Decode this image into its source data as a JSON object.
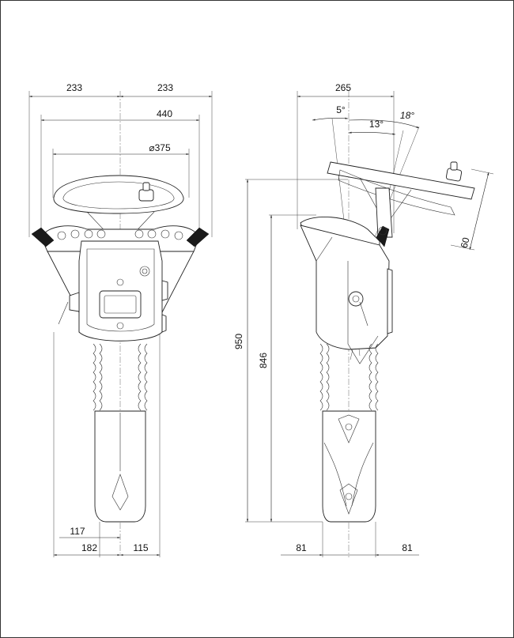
{
  "drawing": {
    "front_view": {
      "dims": {
        "half_width_left": "233",
        "half_width_right": "233",
        "width_440": "440",
        "wheel_diameter": "⌀375",
        "base_117": "117",
        "base_182": "182",
        "base_115": "115"
      }
    },
    "side_view": {
      "dims": {
        "depth_265": "265",
        "angle_5": "5°",
        "angle_13": "13°",
        "angle_18": "18°",
        "offset_60": "60",
        "height_950": "950",
        "height_846": "846",
        "base_left_81": "81",
        "base_right_81": "81"
      }
    }
  }
}
